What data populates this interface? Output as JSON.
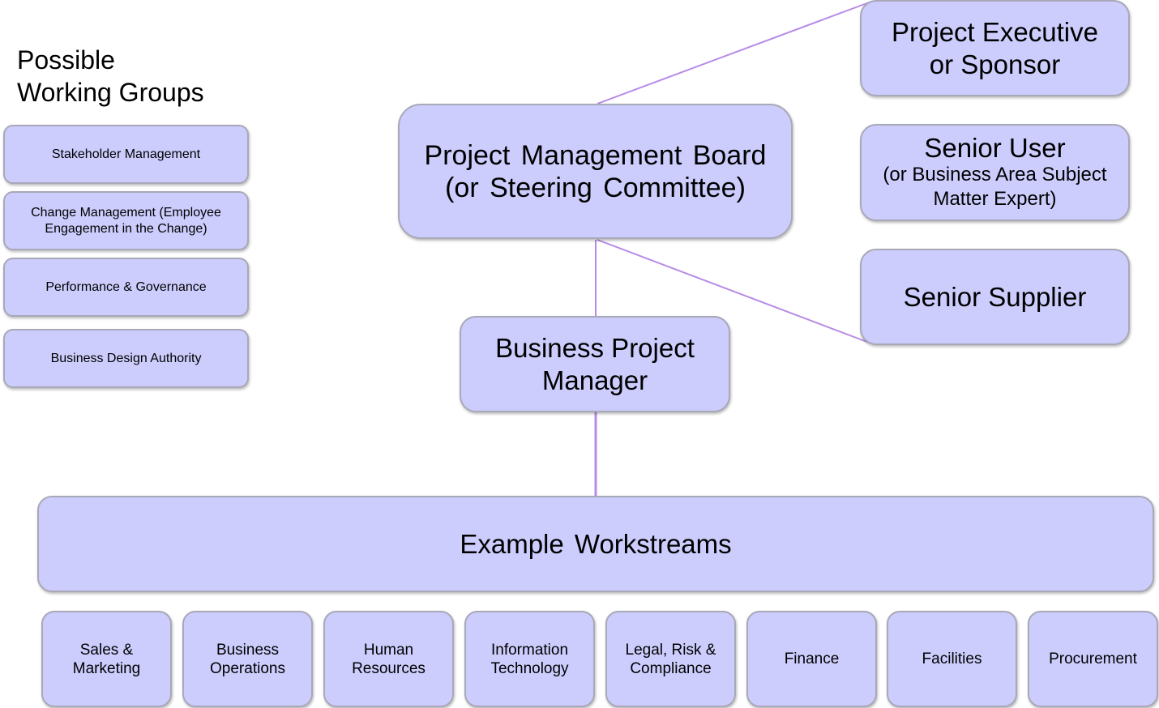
{
  "colors": {
    "box_fill": "#cccdfd",
    "box_border": "#a8a8b8",
    "connector": "#b88be6"
  },
  "working_groups": {
    "heading": "Possible\nWorking Groups",
    "items": [
      {
        "label": "Stakeholder Management"
      },
      {
        "label": "Change Management  (Employee\nEngagement  in the Change)"
      },
      {
        "label": "Performance & Governance"
      },
      {
        "label": "Business  Design Authority"
      }
    ]
  },
  "hierarchy": {
    "board": "Project Management Board\n(or Steering Committee)",
    "executive": "Project Executive\nor Sponsor",
    "senior_user": {
      "title": "Senior User",
      "subtitle": "(or Business Area Subject\nMatter Expert)"
    },
    "senior_supplier": "Senior Supplier",
    "business_project_manager": "Business Project\nManager",
    "workstreams_title": "Example Workstreams"
  },
  "workstreams": [
    {
      "label": "Sales &\nMarketing"
    },
    {
      "label": "Business\nOperations"
    },
    {
      "label": "Human\nResources"
    },
    {
      "label": "Information\nTechnology"
    },
    {
      "label": "Legal, Risk &\nCompliance"
    },
    {
      "label": "Finance"
    },
    {
      "label": "Facilities"
    },
    {
      "label": "Procurement"
    }
  ]
}
